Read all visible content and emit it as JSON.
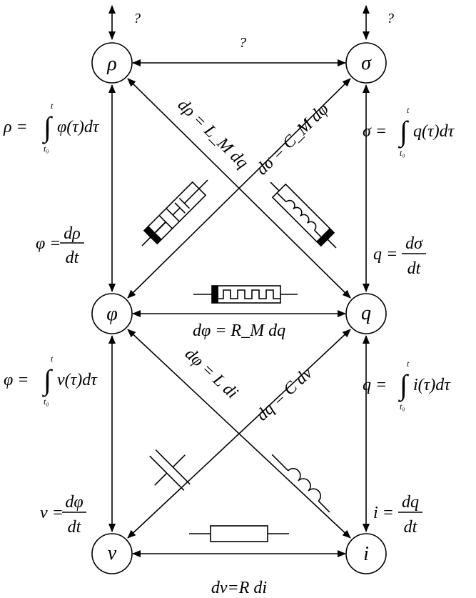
{
  "nodes": {
    "rho": "ρ",
    "sigma": "σ",
    "phi": "φ",
    "q": "q",
    "v": "v",
    "i": "i"
  },
  "unknown": {
    "top_edge": "?",
    "rho_external": "?",
    "sigma_external": "?"
  },
  "relations": {
    "rho_phi_integral_lhs": "ρ =",
    "rho_phi_integral_integrand": "φ(τ)dτ",
    "rho_phi_derivative_lhs": "φ =",
    "rho_phi_derivative_num": "dρ",
    "rho_phi_derivative_den": "dt",
    "sigma_q_integral_lhs": "σ =",
    "sigma_q_integral_integrand": "q(τ)dτ",
    "sigma_q_derivative_lhs": "q =",
    "sigma_q_derivative_num": "dσ",
    "sigma_q_derivative_den": "dt",
    "phi_v_integral_lhs": "φ =",
    "phi_v_integral_integrand": "v(τ)dτ",
    "phi_v_derivative_lhs": "v =",
    "phi_v_derivative_num": "dφ",
    "phi_v_derivative_den": "dt",
    "q_i_integral_lhs": "q =",
    "q_i_integral_integrand": "i(τ)dτ",
    "q_i_derivative_lhs": "i =",
    "q_i_derivative_num": "dq",
    "q_i_derivative_den": "dt",
    "integral_upper": "t",
    "integral_lower": "t₀",
    "meminductor": "dρ = L_M dq",
    "memcapacitor": "dσ = C_M dφ",
    "memristor": "dφ = R_M dq",
    "inductor": "dφ = L di",
    "capacitor": "dq = C dv",
    "resistor": "dv=R di"
  }
}
